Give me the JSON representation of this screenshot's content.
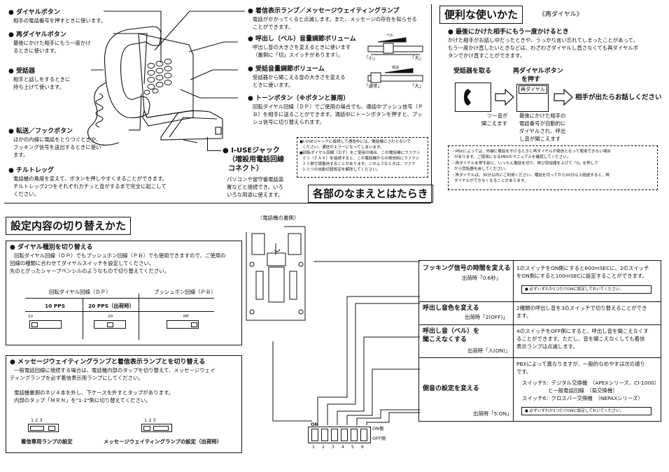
{
  "parts": {
    "title": "各部のなまえとはたらき",
    "left_items": [
      {
        "head": "● ダイヤルボタン",
        "lines": [
          "相手の電話番号を押すときに使います。"
        ]
      },
      {
        "head": "● 再ダイヤルボタン",
        "lines": [
          "最後にかけた相手にもう一度かけ",
          "るときに使います。"
        ]
      },
      {
        "head": "● 受話器",
        "lines": [
          "相手と話しをするときに",
          "持ち上げて使います。"
        ]
      },
      {
        "head": "● 転送／フックボタン",
        "lines": [
          "ほかの内線に電話をとりつぐときや、",
          "フッキング信号を送出するときに使い",
          "ます。"
        ]
      },
      {
        "head": "● チルトレッグ",
        "lines": [
          "電話機の角度を変えて、ボタンを押しやすくすることができます。",
          "チルトレッグ2つをそれぞれカチッと音がするまで完全に起こして",
          "ください。"
        ]
      }
    ],
    "right_items": [
      {
        "head": "● 着信表示ランプ／メッセージウェイティングランプ",
        "lines": [
          "電話がかかってくると点滅します。また、メッセージの存在を知らせる",
          "ことができます。"
        ]
      },
      {
        "head": "● 呼出し（ベル）音量調節ボリューム",
        "lines": [
          "呼出し音の大きさを変えるときに使います",
          "（裏側に「切」スイッチがあります）。"
        ]
      },
      {
        "head": "● 受話音量調節ボリューム",
        "lines": [
          "受話器から聞こえる音の大きさを変える",
          "ときに使います。"
        ]
      },
      {
        "head": "● トーンボタン（※ボタンと兼用）",
        "lines": [
          "回転ダイヤル回線（ＤＰ）でご使用の場合でも、通話中プッシュ信号（Ｐ",
          "Ｂ）を相手に送ることができます。通話中にトーンボタンを押すと、プッ",
          "シュ信号に切り替えられます。"
        ]
      }
    ],
    "vol1_labels": [
      "ベル",
      "「小」",
      "「大」"
    ],
    "vol2_labels": [
      "受話",
      "「通常」",
      "「大」"
    ],
    "iuse": {
      "head": "● I-USEジャック",
      "sub1": "（増設用電話回線",
      "sub2": "コネクト）",
      "lines": [
        "パソコンや留守番電話装",
        "置などと接続でき、いろ",
        "いろな用途に使えます。"
      ]
    },
    "iuse_notes": [
      "●I-USEジャックに接続して通信中には、電話機にさわらないで",
      "ください。通信がエラーになってしまいます。",
      "●回転ダイヤル回線（ＤＰ）をご使用の場合、この電話機にファクシ",
      "ミリ（ＦＡＸ）を接続すると、この電話機からの発信時にファクシ",
      "ミリ側で誤着信することがあります。このようなときは、ファク",
      "シミリの自動切替設定を解除してください。"
    ]
  },
  "redial": {
    "title": "便利な使いかた",
    "subtitle": "《再ダイヤル》",
    "head": "● 最後にかけた相手にもう一度かけるとき",
    "lines": [
      "かけた相手がお話し中だったときや、うっかり言い忘れてしまったことがあって、",
      "もう一度かけ直したいときなどは、わざわざダイヤルし直さなくても再ダイヤルボ",
      "タンでかけ直すことができます。"
    ],
    "step1": "受話器を取る",
    "step2a": "再ダイヤルボタン",
    "step2b": "を押す",
    "btn_label": "再ダイヤル",
    "step3": "相手が出たらお話しください",
    "cap1a": "ツー音が",
    "cap1b": "聞こえます",
    "cap2": [
      "最後にかけた相手の",
      "電話番号が自動的に",
      "ダイヤルされ、呼出",
      "し音が聞こえます"
    ],
    "notes": [
      "・PBXによっては、外線に電話をかけるときと再ダイヤルが発信となって使用できない場合",
      "があります。ご使用になるPBXのマニュアルを確認してください。",
      "・再ダイヤルを押す前に、いったん電話を切り、再び受話器を上げて「0」を押して",
      "から受話器を戻してください。",
      "・再ダイヤルは、30分以内にご利用ください。電話を切ってから30分以上経過すると、再",
      "ダイヤルができなくなることがあります。"
    ]
  },
  "settings": {
    "title": "設定内容の切り替えかた",
    "back_label": "〈電話機の裏側〉",
    "dial": {
      "head": "● ダイヤル種別を切り替える",
      "lines": [
        "回転ダイヤル回線（ＤＰ）でもプッシュホン回線（ＰＢ）でも使用できますので、ご使用の",
        "回線の種類に合わせてダイヤルスイッチを設定してください。",
        "先のとがったシャープペンシルのようなもので切り替えてください。"
      ],
      "col_dp": "回転ダイヤル回線（ＤＰ）",
      "col_pb": "プッシュホン回線（ＰＢ）",
      "pps10": "10 PPS",
      "pps20": "20 PPS（出荷時）",
      "sw10": "10",
      "sw20": "20",
      "swmf": "MF"
    },
    "mwl": {
      "head": "● メッセージウェイティングランプと着信表示ランプとを切り替える",
      "lines": [
        "一般電話回線に接続する場合は、電話機内部のタップを切り替えて、メッセージウェイ",
        "ティングランプを必ず着信表示用ランプにしてください。"
      ],
      "lines2": [
        "電話機裏側のネジ４本を外し、下ケースを外すとタップがあります。",
        "内部のタップ「ＭＲＮ」を\"1-2\"側に切り替えてください。"
      ],
      "nums": "1  2  3",
      "cap1": "着信専用ランプの設定",
      "cap2": "メッセージウェイティングランプの設定（出荷時）"
    },
    "dip": {
      "on": "ON",
      "on_side": "ON側",
      "off_side": "OFF側",
      "nums": [
        "1",
        "2",
        "3",
        "4",
        "5",
        "6"
      ]
    },
    "rows": [
      {
        "title": "フッキング信号の時間を変える",
        "default": "出荷時「0.6秒」",
        "desc": [
          "1のスイッチをON側にすると600mSECに、2のスイッチ",
          "をON側にすると100mSECに設定することができます。"
        ],
        "note": "● 必ずいずれか1つだけONに設定しておいてください。"
      },
      {
        "title": "呼出し音色を変える",
        "default": "出荷時「2(OFF)」",
        "desc": [
          "2種類の呼出し音を3のスイッチで切り替えることができ",
          "ます。"
        ],
        "note": ""
      },
      {
        "title": "呼出し音（ベル）を",
        "title2": "聞こえなくする",
        "default": "出荷時「入(ON)」",
        "desc": [
          "4のスイッチをOFF側にすると、呼出し音を聞こえなくす",
          "ることができます。ただし、音を聞こえなくしても着信",
          "表示ランプは点滅します。"
        ],
        "note": ""
      },
      {
        "title": "側音の設定を変える",
        "default": "出荷時「5:ON」",
        "desc": [
          "PBXによって異なりますが、一般的なめやすは次の通り",
          "です。",
          "スイッチ5：デジタル交換機　（APEXシリーズ、CI-1000）",
          "　　　　　と一般電話回線　（局交換機）",
          "スイッチ6：クロスバー交換機　（NEPAXシリーズ）"
        ],
        "note": "● 必ずいずれか1つだけONに設定しておいてください。"
      }
    ]
  }
}
